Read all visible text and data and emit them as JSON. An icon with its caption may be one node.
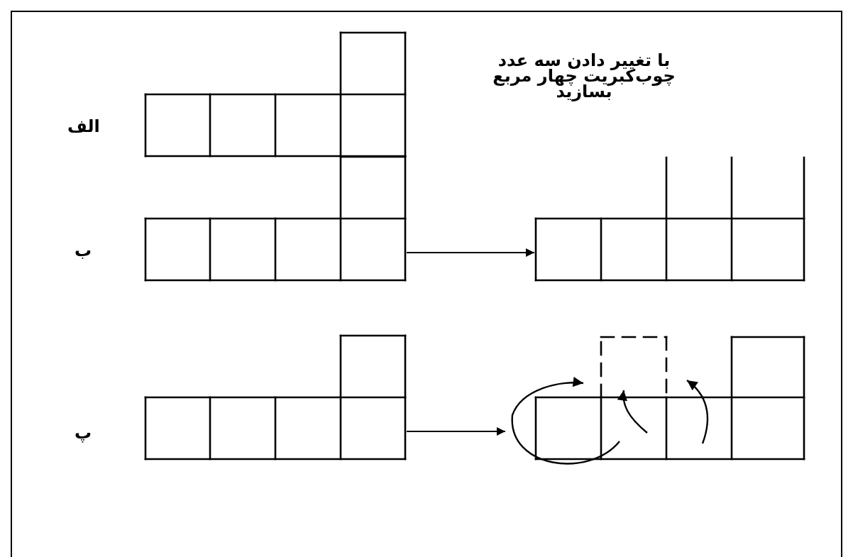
{
  "diagram": {
    "title": "با تغییر دادن سه عدد چوب‌کبریت چهار مربع بسازید",
    "nodes": [
      {
        "text": [],
        "shape": "picture",
        "beside": [
          "الف"
        ]
      },
      {
        "text": [],
        "shape": "picture",
        "beside": [
          "ب"
        ]
      },
      {
        "text": [],
        "shape": "picture"
      },
      {
        "text": [],
        "shape": "picture",
        "beside": [
          "پ"
        ]
      },
      {
        "text": [],
        "shape": "picture"
      }
    ],
    "edges": [
      {
        "from": 1,
        "to": 2,
        "arrow": "to"
      },
      {
        "from": 3,
        "to": 4,
        "arrow": "to"
      }
    ]
  }
}
